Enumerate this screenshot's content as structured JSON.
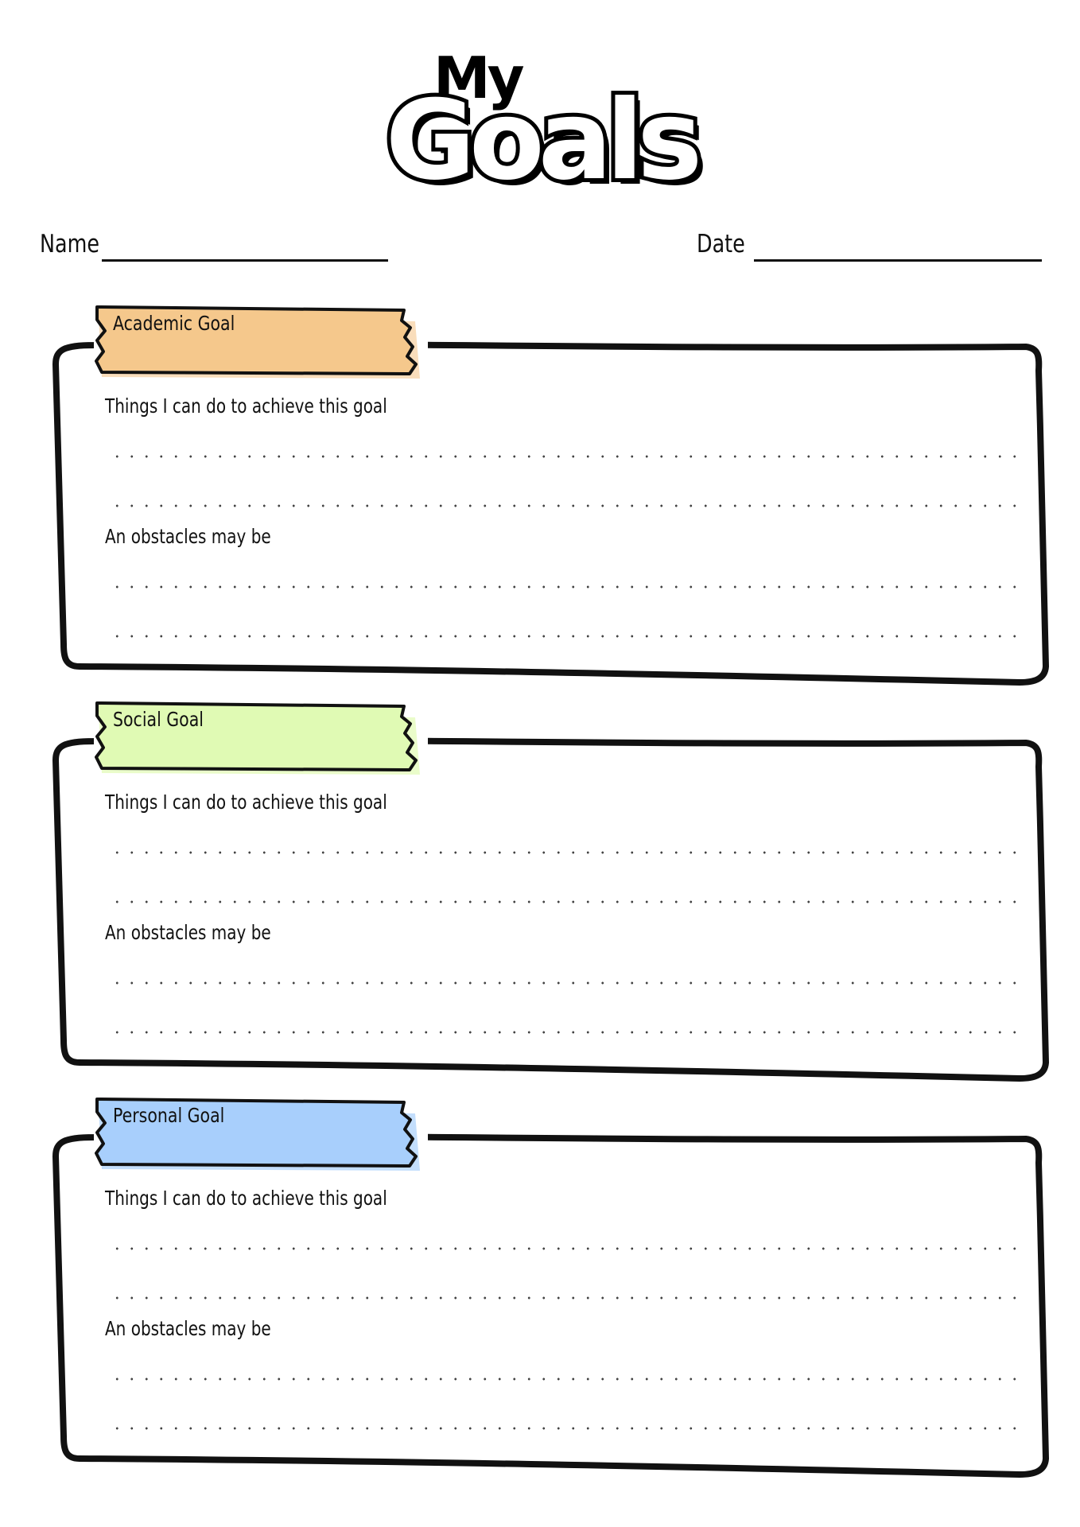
{
  "header": {
    "title_small": "My",
    "title_large": "Goals"
  },
  "fields": {
    "name_label": "Name",
    "date_label": "Date"
  },
  "sections": [
    {
      "label": "Academic Goal",
      "tape_color": "#f5c88c",
      "tape_shadow": "#f8d9b4",
      "prompt_actions": "Things I can do to achieve this goal",
      "prompt_obstacles": "An obstacles may be"
    },
    {
      "label": "Social Goal",
      "tape_color": "#e0fab4",
      "tape_shadow": "#e8fcc4",
      "prompt_actions": "Things I can do to achieve this goal",
      "prompt_obstacles": "An obstacles may be"
    },
    {
      "label": "Personal Goal",
      "tape_color": "#a8cffc",
      "tape_shadow": "#bcdafc",
      "prompt_actions": "Things I can do to achieve this goal",
      "prompt_obstacles": "An obstacles may be"
    }
  ]
}
